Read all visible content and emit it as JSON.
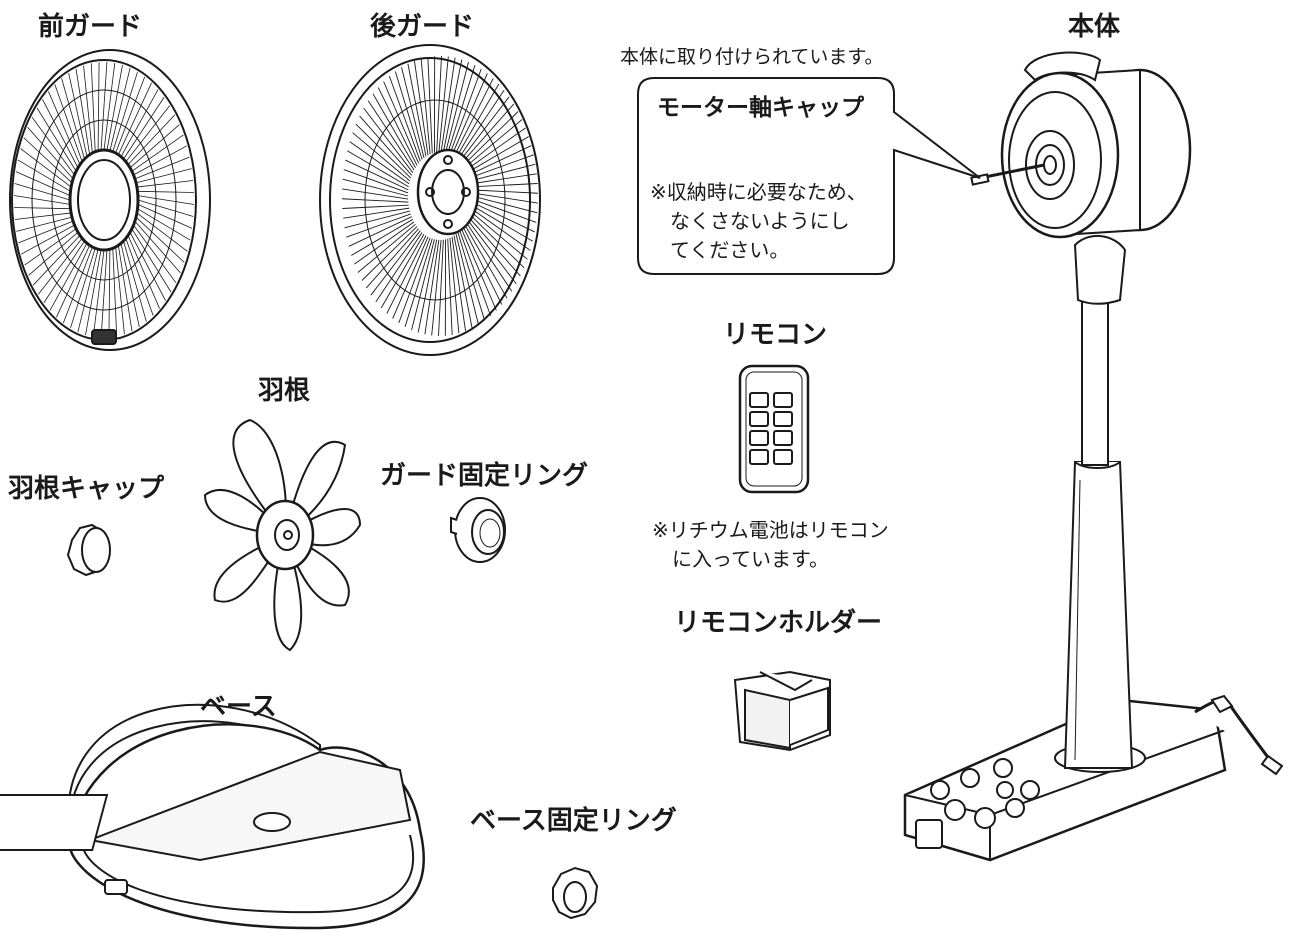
{
  "labels": {
    "front_guard": "前ガード",
    "rear_guard": "後ガード",
    "body": "本体",
    "blade": "羽根",
    "blade_cap": "羽根キャップ",
    "guard_ring": "ガード固定リング",
    "remote": "リモコン",
    "remote_holder": "リモコンホルダー",
    "base": "ベース",
    "base_ring": "ベース固定リング"
  },
  "notes": {
    "attached": "本体に取り付けられています。",
    "motor_cap": "モーター軸キャップ",
    "motor_cap_note_1": "※収納時に必要なため、",
    "motor_cap_note_2": "なくさないようにし",
    "motor_cap_note_3": "てください。",
    "battery_1": "※リチウム電池はリモコン",
    "battery_2": "に入っています。"
  },
  "colors": {
    "ink": "#1a1a1a",
    "paper": "#ffffff",
    "shade": "#e9e9e9"
  }
}
